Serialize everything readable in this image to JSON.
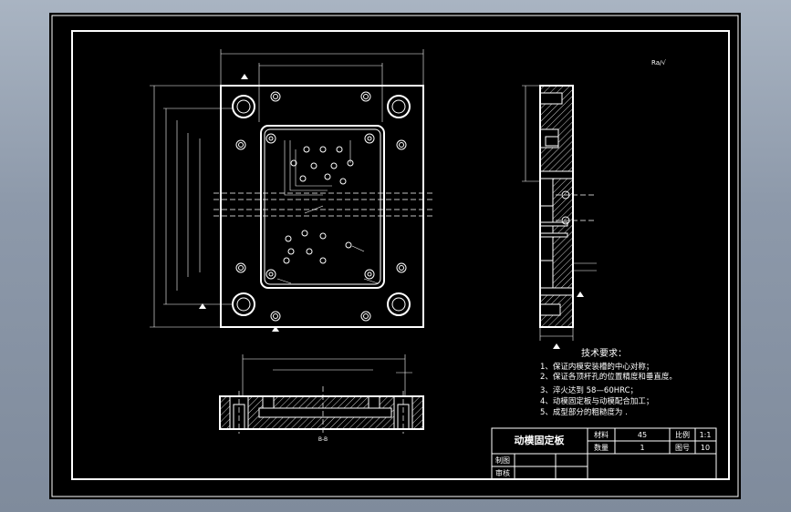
{
  "drawing": {
    "corner_mark": "Ra/√",
    "section_label": "B-B",
    "tech_title": "技术要求：",
    "tech_requirements": [
      "1、保证内模安装槽的中心对称；",
      "2、保证各顶杆孔的位置精度和垂直度。",
      "3、淬火达到 58—60HRC；",
      "4、动模固定板与动模配合加工；",
      "5、成型部分的粗糙度为   ."
    ]
  },
  "title_block": {
    "part_name": "动模固定板",
    "material_label": "材料",
    "material_value": "45",
    "scale_label": "比例",
    "scale_value": "1:1",
    "quantity_label": "数量",
    "quantity_value": "1",
    "drawing_no_label": "图号",
    "drawing_no_value": "10",
    "drawn_by_label": "制图",
    "checked_by_label": "审核"
  },
  "colors": {
    "background": "#000000",
    "lines": "#ffffff",
    "frame_outer": "#8d99aa"
  }
}
